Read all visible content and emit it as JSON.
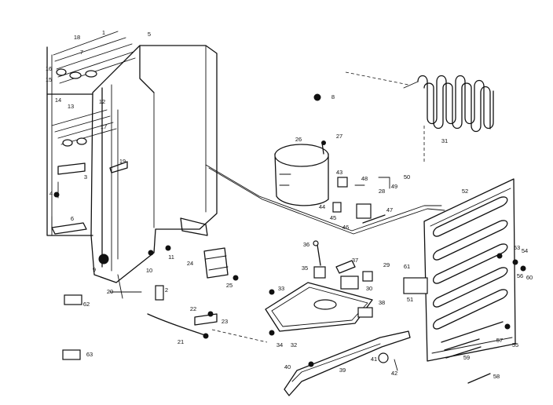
{
  "callouts": [
    "1",
    "2",
    "3",
    "4",
    "5",
    "6",
    "7",
    "8",
    "9",
    "10",
    "11",
    "12",
    "13",
    "14",
    "15",
    "16",
    "17",
    "18",
    "19",
    "20",
    "21",
    "22",
    "23",
    "24",
    "25",
    "26",
    "27",
    "28",
    "29",
    "30",
    "31",
    "32",
    "33",
    "34",
    "35",
    "36",
    "37",
    "38",
    "39",
    "40",
    "41",
    "42",
    "43",
    "44",
    "45",
    "46",
    "47",
    "48",
    "49",
    "50",
    "51",
    "52",
    "53",
    "54",
    "55",
    "56",
    "57",
    "58",
    "59",
    "60",
    "61",
    "62",
    "63"
  ]
}
